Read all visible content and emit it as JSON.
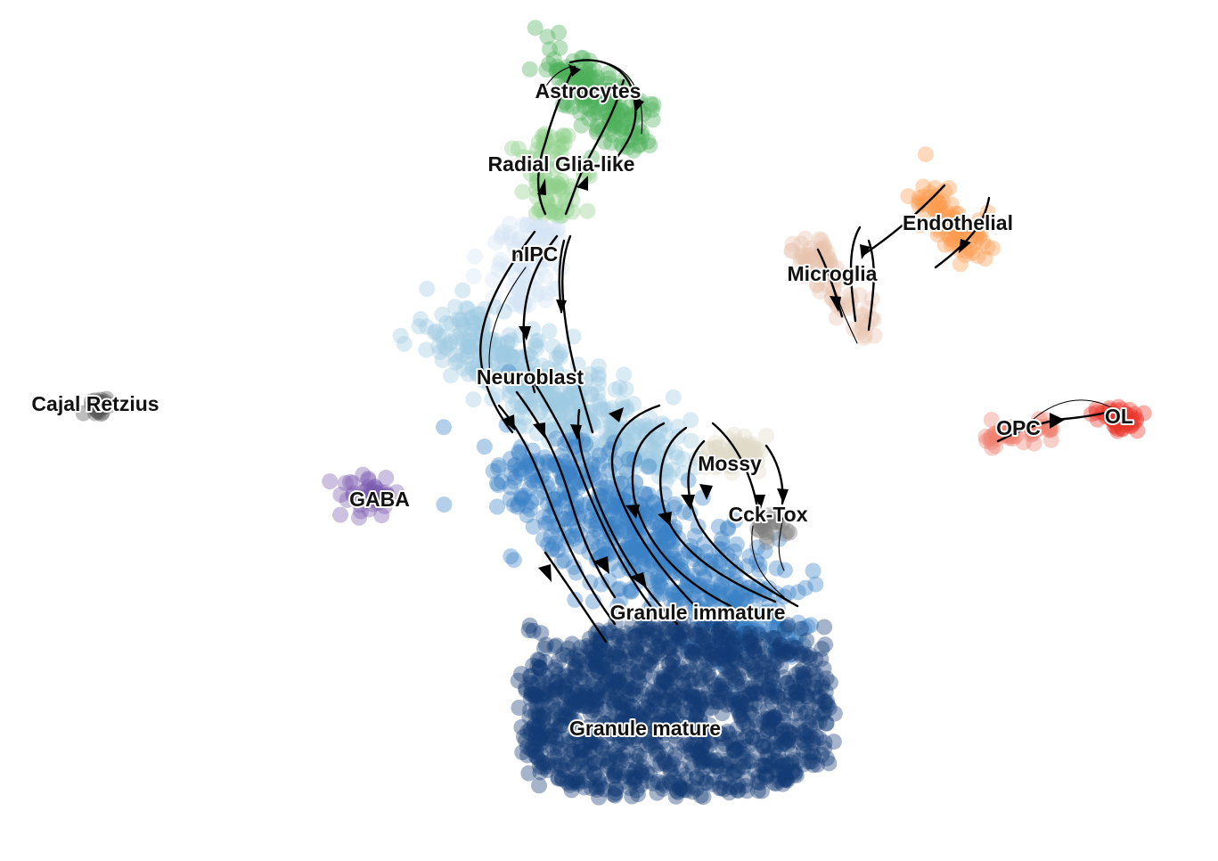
{
  "chart_data": {
    "type": "scatter",
    "title": "",
    "xlabel": "",
    "ylabel": "",
    "grid": false,
    "legend": "none",
    "description_of_axes": "embedding coordinates (unitless), axes hidden",
    "clusters": [
      {
        "name": "Astrocytes",
        "color": "#4daf5a",
        "center": [
          660,
          112
        ],
        "spread": [
          48,
          42
        ],
        "n": 160
      },
      {
        "name": "Radial Glia-like",
        "color": "#8fcf8a",
        "center": [
          640,
          195
        ],
        "spread": [
          30,
          40
        ],
        "n": 80
      },
      {
        "name": "nIPC",
        "color": "#d6e6f5",
        "center": [
          605,
          290
        ],
        "spread": [
          35,
          40
        ],
        "n": 90
      },
      {
        "name": "Neuroblast",
        "color": "#9ecae1",
        "center": [
          595,
          420
        ],
        "spread": [
          95,
          70
        ],
        "n": 420
      },
      {
        "name": "Granule immature",
        "color": "#3a82c4",
        "center": [
          740,
          640
        ],
        "spread": [
          130,
          110
        ],
        "n": 650
      },
      {
        "name": "Granule mature",
        "color": "#133a73",
        "center": [
          740,
          800
        ],
        "spread": [
          170,
          80
        ],
        "n": 1400
      },
      {
        "name": "Mossy",
        "color": "#e0d9c8",
        "center": [
          825,
          510
        ],
        "spread": [
          40,
          25
        ],
        "n": 60
      },
      {
        "name": "Cck-Tox",
        "color": "#7f7f7f",
        "center": [
          862,
          590
        ],
        "spread": [
          20,
          20
        ],
        "n": 22
      },
      {
        "name": "Endothelial",
        "color": "#fd9b4f",
        "center": [
          1070,
          248
        ],
        "spread": [
          40,
          40
        ],
        "n": 80
      },
      {
        "name": "Microglia",
        "color": "#e8c2ae",
        "center": [
          940,
          310
        ],
        "spread": [
          40,
          40
        ],
        "n": 80
      },
      {
        "name": "OPC",
        "color": "#f08070",
        "center": [
          1148,
          485
        ],
        "spread": [
          38,
          14
        ],
        "n": 45
      },
      {
        "name": "OL",
        "color": "#e9342a",
        "center": [
          1253,
          467
        ],
        "spread": [
          26,
          18
        ],
        "n": 45
      },
      {
        "name": "Cajal Retzius",
        "color": "#555555",
        "center": [
          110,
          455
        ],
        "spread": [
          14,
          12
        ],
        "n": 25
      },
      {
        "name": "GABA",
        "color": "#7b5bb0",
        "center": [
          415,
          557
        ],
        "spread": [
          30,
          25
        ],
        "n": 45
      }
    ]
  },
  "labels": {
    "astrocytes": "Astrocytes",
    "radial_glia": "Radial Glia-like",
    "nipc": "nIPC",
    "neuroblast": "Neuroblast",
    "granule_immature": "Granule immature",
    "granule_mature": "Granule mature",
    "mossy": "Mossy",
    "cck_tox": "Cck-Tox",
    "endothelial": "Endothelial",
    "microglia": "Microglia",
    "opc": "OPC",
    "ol": "OL",
    "cajal_retzius": "Cajal Retzius",
    "gaba": "GABA"
  }
}
